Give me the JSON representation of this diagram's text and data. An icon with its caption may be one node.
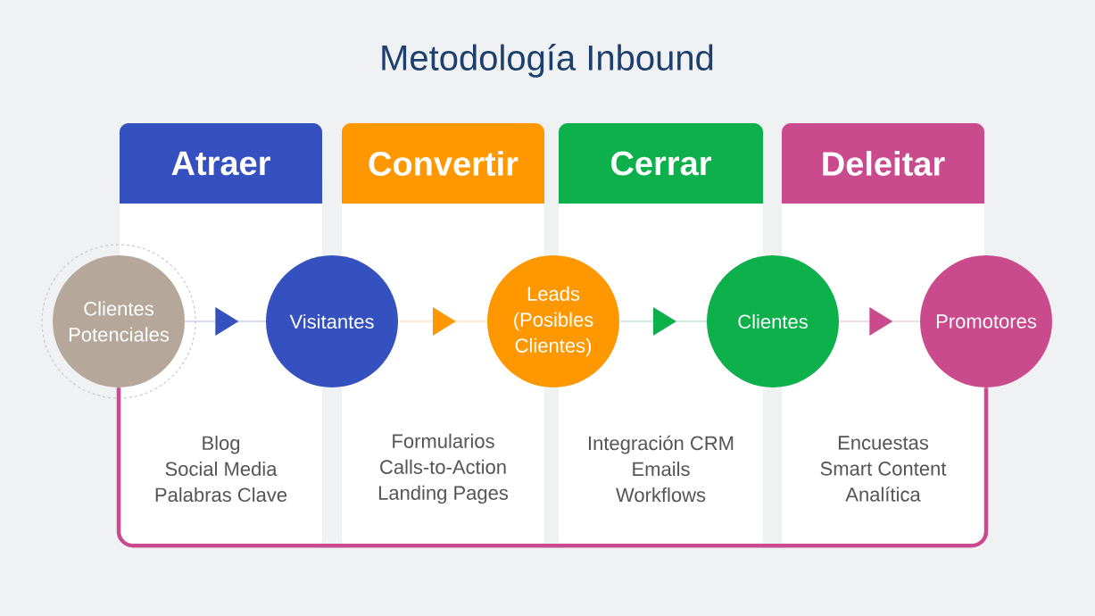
{
  "diagram": {
    "title": "Metodología Inbound",
    "nodes": [
      {
        "text": [
          "Atraer"
        ],
        "beside": [
          "Blog",
          "Social Media",
          "Palabras Clave"
        ]
      },
      {
        "text": [
          "Convertir"
        ],
        "beside": [
          "Formularios",
          "Calls-to-Action",
          "Landing Pages"
        ]
      },
      {
        "text": [
          "Cerrar"
        ],
        "beside": [
          "Integración CRM",
          "Emails",
          "Workflows"
        ]
      },
      {
        "text": [
          "Deleitar"
        ],
        "beside": [
          "Encuestas",
          "Smart Content",
          "Analítica"
        ]
      },
      {
        "text": [
          "Clientes Potenciales"
        ]
      },
      {
        "text": [
          "Visitantes"
        ]
      },
      {
        "text": [
          "Leads (Posibles Clientes)"
        ]
      },
      {
        "text": [
          "Clientes"
        ]
      },
      {
        "text": [
          "Promotores"
        ]
      }
    ],
    "edges": [
      {
        "from": 4,
        "to": 5,
        "arrow": "to",
        "color": "#3550bf"
      },
      {
        "from": 5,
        "to": 6,
        "arrow": "to",
        "color": "#ff9800"
      },
      {
        "from": 6,
        "to": 7,
        "arrow": "to",
        "color": "#0db04b"
      },
      {
        "from": 7,
        "to": 8,
        "arrow": "to",
        "color": "#c94b8e"
      },
      {
        "from": 8,
        "to": 4,
        "arrow": "none",
        "style": "thick",
        "color": "#c94b8e"
      }
    ]
  }
}
